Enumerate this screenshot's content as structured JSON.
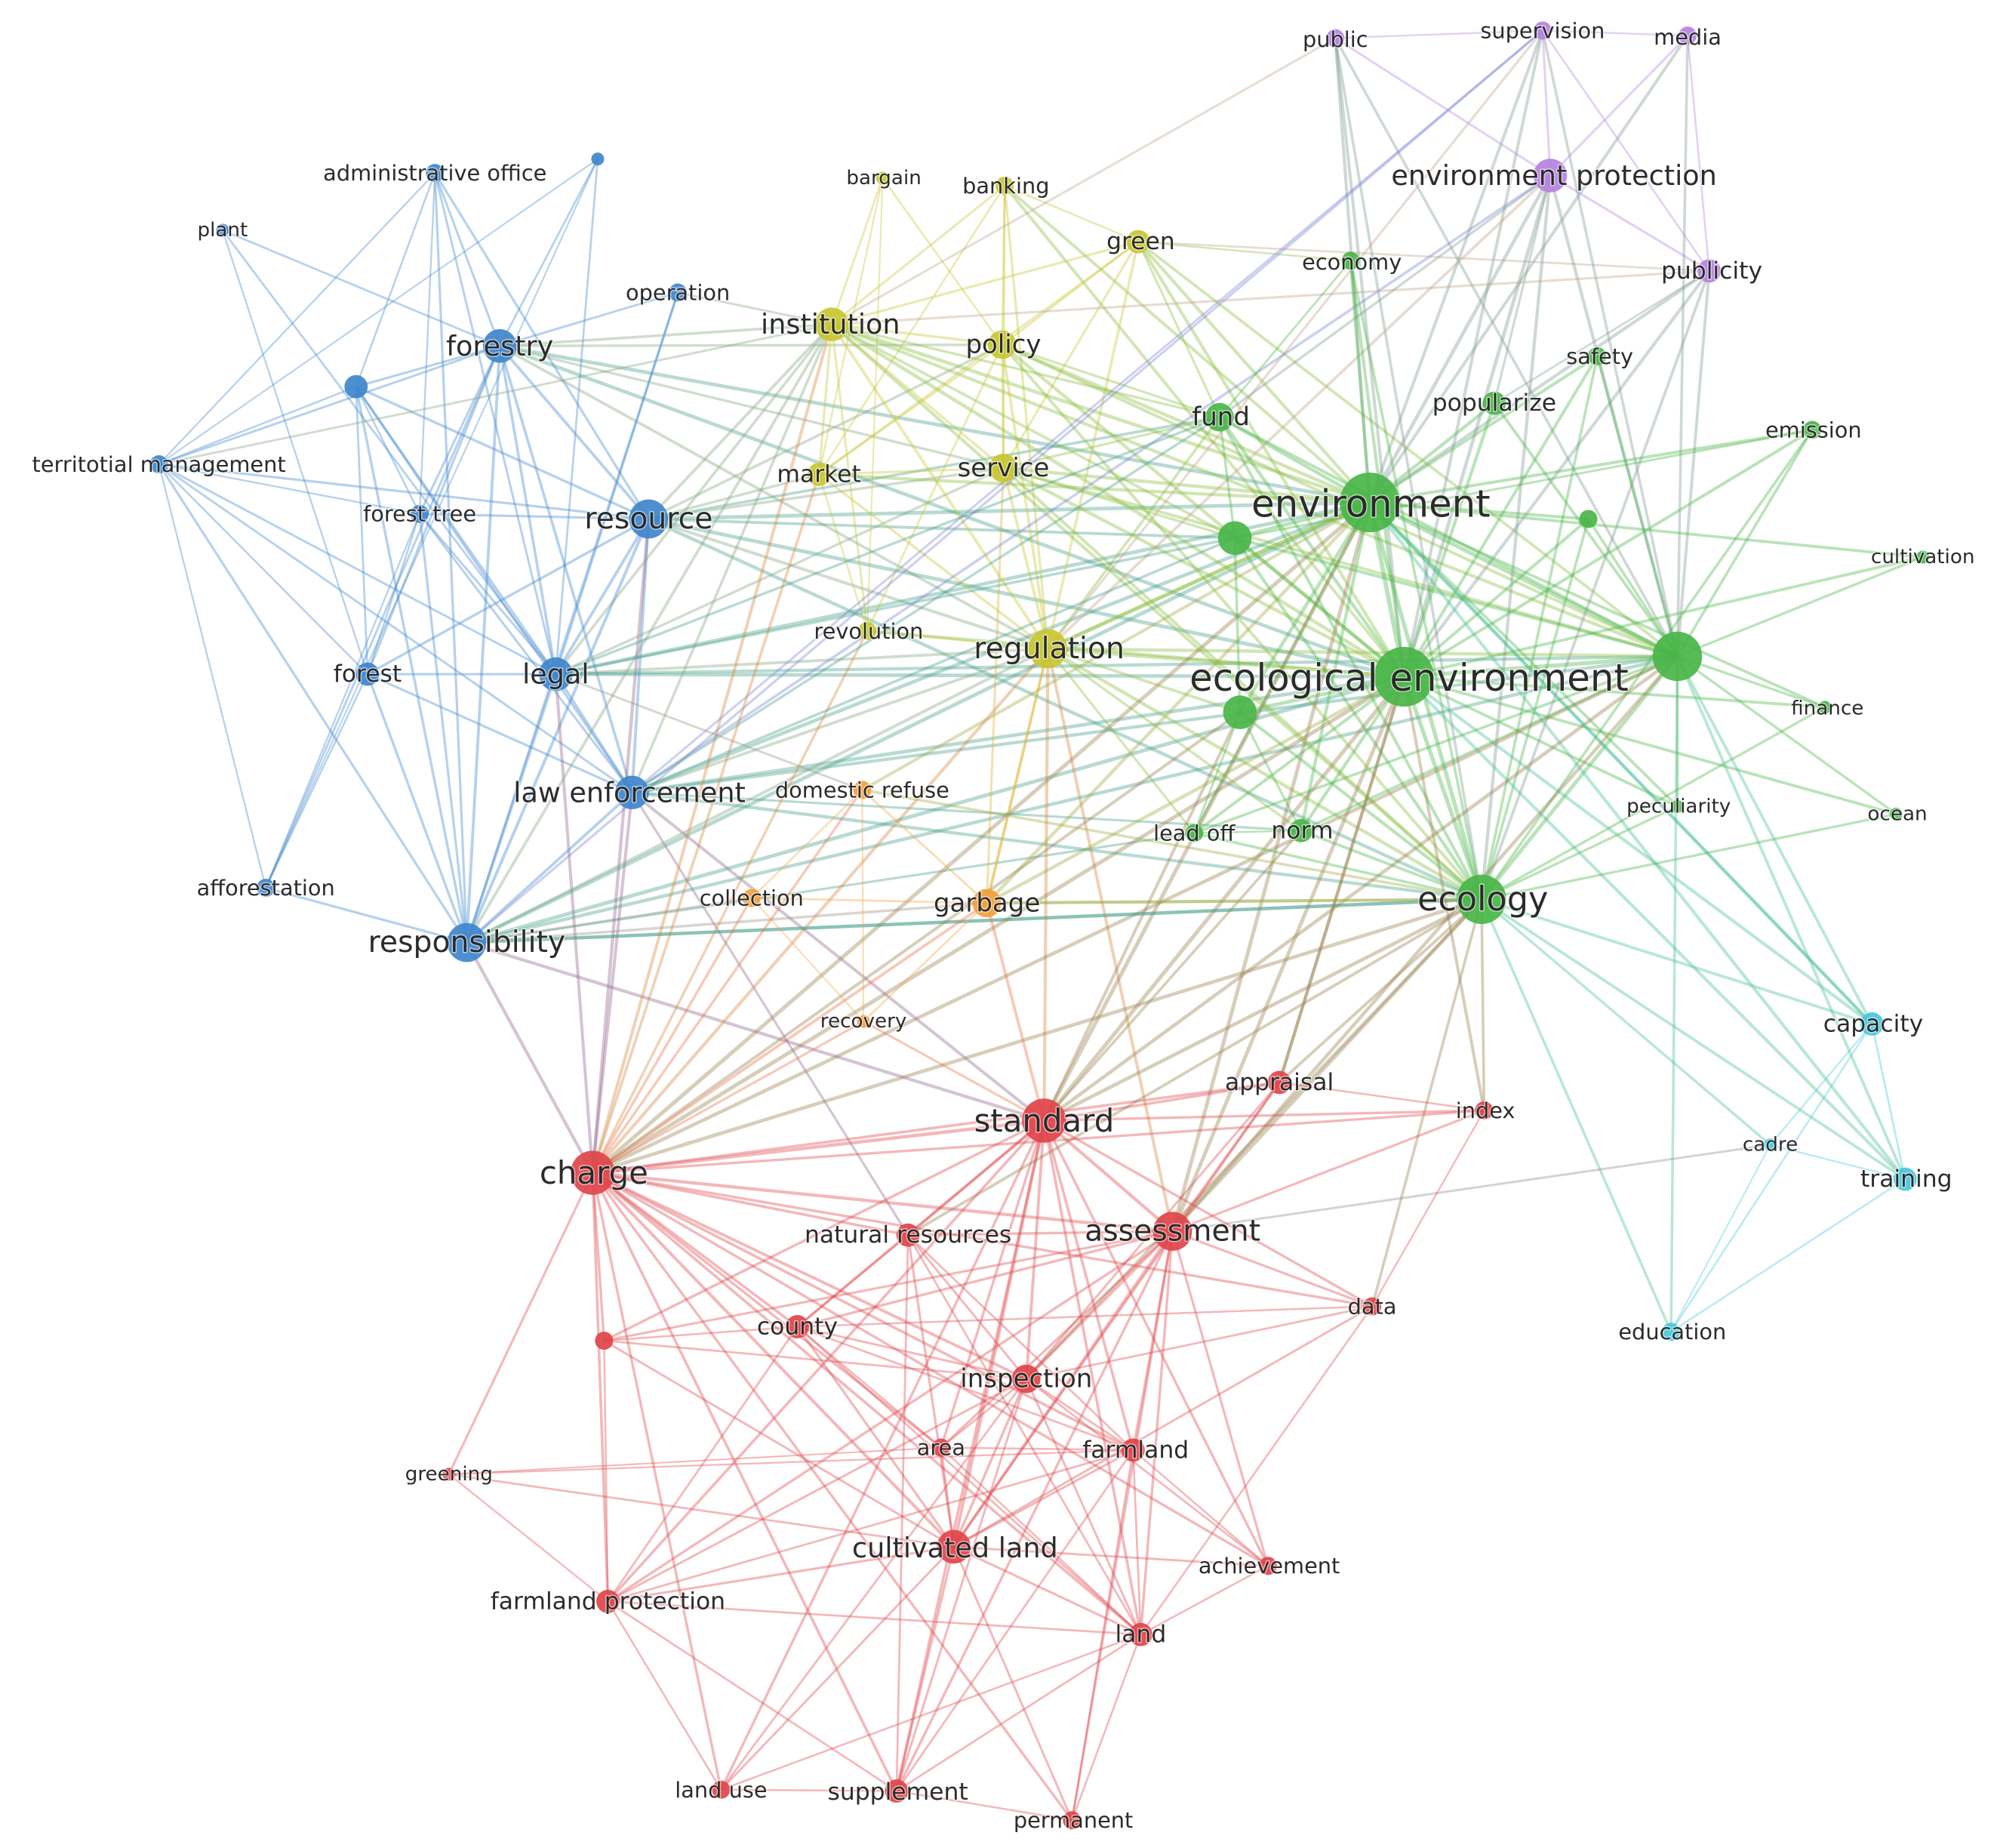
{
  "clusters": {
    "blue": "#3f86cc",
    "yellow": "#c8c52f",
    "green": "#49b548",
    "purple": "#b582e0",
    "orange": "#f2a03a",
    "red": "#e0444a",
    "cyan": "#45c8dc"
  },
  "nodes": [
    {
      "id": "administrative_office",
      "label": "administrative office",
      "cluster": "blue",
      "weight": 2
    },
    {
      "id": "blue_unlabeled_1",
      "label": "",
      "cluster": "blue",
      "weight": 1
    },
    {
      "id": "plant",
      "label": "plant",
      "cluster": "blue",
      "weight": 1
    },
    {
      "id": "operation",
      "label": "operation",
      "cluster": "blue",
      "weight": 2
    },
    {
      "id": "forestry",
      "label": "forestry",
      "cluster": "blue",
      "weight": 5
    },
    {
      "id": "blue_unlabeled_2",
      "label": "",
      "cluster": "blue",
      "weight": 3
    },
    {
      "id": "territorial_management",
      "label": "territotial management",
      "cluster": "blue",
      "weight": 2
    },
    {
      "id": "forest_tree",
      "label": "forest tree",
      "cluster": "blue",
      "weight": 2
    },
    {
      "id": "resource",
      "label": "resource",
      "cluster": "blue",
      "weight": 6
    },
    {
      "id": "forest",
      "label": "forest",
      "cluster": "blue",
      "weight": 3
    },
    {
      "id": "legal",
      "label": "legal",
      "cluster": "blue",
      "weight": 5
    },
    {
      "id": "law_enforcement",
      "label": "law enforcement",
      "cluster": "blue",
      "weight": 5
    },
    {
      "id": "afforestation",
      "label": "afforestation",
      "cluster": "blue",
      "weight": 2
    },
    {
      "id": "responsibility",
      "label": "responsibility",
      "cluster": "blue",
      "weight": 6
    },
    {
      "id": "bargain",
      "label": "bargain",
      "cluster": "yellow",
      "weight": 1
    },
    {
      "id": "banking",
      "label": "banking",
      "cluster": "yellow",
      "weight": 2
    },
    {
      "id": "green",
      "label": "green",
      "cluster": "yellow",
      "weight": 3
    },
    {
      "id": "institution",
      "label": "institution",
      "cluster": "yellow",
      "weight": 5
    },
    {
      "id": "policy",
      "label": "policy",
      "cluster": "yellow",
      "weight": 4
    },
    {
      "id": "market",
      "label": "market",
      "cluster": "yellow",
      "weight": 3
    },
    {
      "id": "service",
      "label": "service",
      "cluster": "yellow",
      "weight": 4
    },
    {
      "id": "revolution",
      "label": "revolution",
      "cluster": "yellow",
      "weight": 2
    },
    {
      "id": "regulation",
      "label": "regulation",
      "cluster": "yellow",
      "weight": 6
    },
    {
      "id": "public",
      "label": "public",
      "cluster": "purple",
      "weight": 2
    },
    {
      "id": "supervision",
      "label": "supervision",
      "cluster": "purple",
      "weight": 2
    },
    {
      "id": "media",
      "label": "media",
      "cluster": "purple",
      "weight": 2
    },
    {
      "id": "environment_protection",
      "label": "environment protection",
      "cluster": "purple",
      "weight": 5
    },
    {
      "id": "publicity",
      "label": "publicity",
      "cluster": "purple",
      "weight": 3
    },
    {
      "id": "economy",
      "label": "economy",
      "cluster": "green",
      "weight": 2
    },
    {
      "id": "safety",
      "label": "safety",
      "cluster": "green",
      "weight": 2
    },
    {
      "id": "fund",
      "label": "fund",
      "cluster": "green",
      "weight": 4
    },
    {
      "id": "popularize",
      "label": "popularize",
      "cluster": "green",
      "weight": 3
    },
    {
      "id": "emission",
      "label": "emission",
      "cluster": "green",
      "weight": 2
    },
    {
      "id": "environment",
      "label": "environment",
      "cluster": "green",
      "weight": 10
    },
    {
      "id": "green_unlabeled_1",
      "label": "",
      "cluster": "green",
      "weight": 5
    },
    {
      "id": "green_unlabeled_2",
      "label": "",
      "cluster": "green",
      "weight": 2
    },
    {
      "id": "cultivation",
      "label": "cultivation",
      "cluster": "green",
      "weight": 1
    },
    {
      "id": "ecological_environment",
      "label": "ecological environment",
      "cluster": "green",
      "weight": 10
    },
    {
      "id": "green_unlabeled_3",
      "label": "",
      "cluster": "green",
      "weight": 8
    },
    {
      "id": "green_unlabeled_4",
      "label": "",
      "cluster": "green",
      "weight": 5
    },
    {
      "id": "finance",
      "label": "finance",
      "cluster": "green",
      "weight": 1
    },
    {
      "id": "peculiarity",
      "label": "peculiarity",
      "cluster": "green",
      "weight": 1
    },
    {
      "id": "ocean",
      "label": "ocean",
      "cluster": "green",
      "weight": 1
    },
    {
      "id": "lead_off",
      "label": "lead off",
      "cluster": "green",
      "weight": 2
    },
    {
      "id": "norm",
      "label": "norm",
      "cluster": "green",
      "weight": 3
    },
    {
      "id": "ecology",
      "label": "ecology",
      "cluster": "green",
      "weight": 8
    },
    {
      "id": "domestic_refuse",
      "label": "domestic refuse",
      "cluster": "orange",
      "weight": 2
    },
    {
      "id": "collection",
      "label": "collection",
      "cluster": "orange",
      "weight": 2
    },
    {
      "id": "garbage",
      "label": "garbage",
      "cluster": "orange",
      "weight": 4
    },
    {
      "id": "recovery",
      "label": "recovery",
      "cluster": "orange",
      "weight": 1
    },
    {
      "id": "capacity",
      "label": "capacity",
      "cluster": "cyan",
      "weight": 3
    },
    {
      "id": "cadre",
      "label": "cadre",
      "cluster": "cyan",
      "weight": 1
    },
    {
      "id": "training",
      "label": "training",
      "cluster": "cyan",
      "weight": 3
    },
    {
      "id": "education",
      "label": "education",
      "cluster": "cyan",
      "weight": 2
    },
    {
      "id": "appraisal",
      "label": "appraisal",
      "cluster": "red",
      "weight": 3
    },
    {
      "id": "index",
      "label": "index",
      "cluster": "red",
      "weight": 2
    },
    {
      "id": "standard",
      "label": "standard",
      "cluster": "red",
      "weight": 7
    },
    {
      "id": "charge",
      "label": "charge",
      "cluster": "red",
      "weight": 7
    },
    {
      "id": "natural_resources",
      "label": "natural resources",
      "cluster": "red",
      "weight": 3
    },
    {
      "id": "assessment",
      "label": "assessment",
      "cluster": "red",
      "weight": 6
    },
    {
      "id": "data",
      "label": "data",
      "cluster": "red",
      "weight": 2
    },
    {
      "id": "county",
      "label": "county",
      "cluster": "red",
      "weight": 3
    },
    {
      "id": "red_unlabeled_1",
      "label": "",
      "cluster": "red",
      "weight": 2
    },
    {
      "id": "inspection",
      "label": "inspection",
      "cluster": "red",
      "weight": 4
    },
    {
      "id": "area",
      "label": "area",
      "cluster": "red",
      "weight": 2
    },
    {
      "id": "farmland",
      "label": "farmland",
      "cluster": "red",
      "weight": 3
    },
    {
      "id": "greening",
      "label": "greening",
      "cluster": "red",
      "weight": 1
    },
    {
      "id": "cultivated_land",
      "label": "cultivated land",
      "cluster": "red",
      "weight": 5
    },
    {
      "id": "achievement",
      "label": "achievement",
      "cluster": "red",
      "weight": 2
    },
    {
      "id": "farmland_protection",
      "label": "farmland protection",
      "cluster": "red",
      "weight": 3
    },
    {
      "id": "land",
      "label": "land",
      "cluster": "red",
      "weight": 3
    },
    {
      "id": "land_use",
      "label": "land use",
      "cluster": "red",
      "weight": 2
    },
    {
      "id": "supplement",
      "label": "supplement",
      "cluster": "red",
      "weight": 3
    },
    {
      "id": "permanent",
      "label": "permanent",
      "cluster": "red",
      "weight": 2
    }
  ]
}
